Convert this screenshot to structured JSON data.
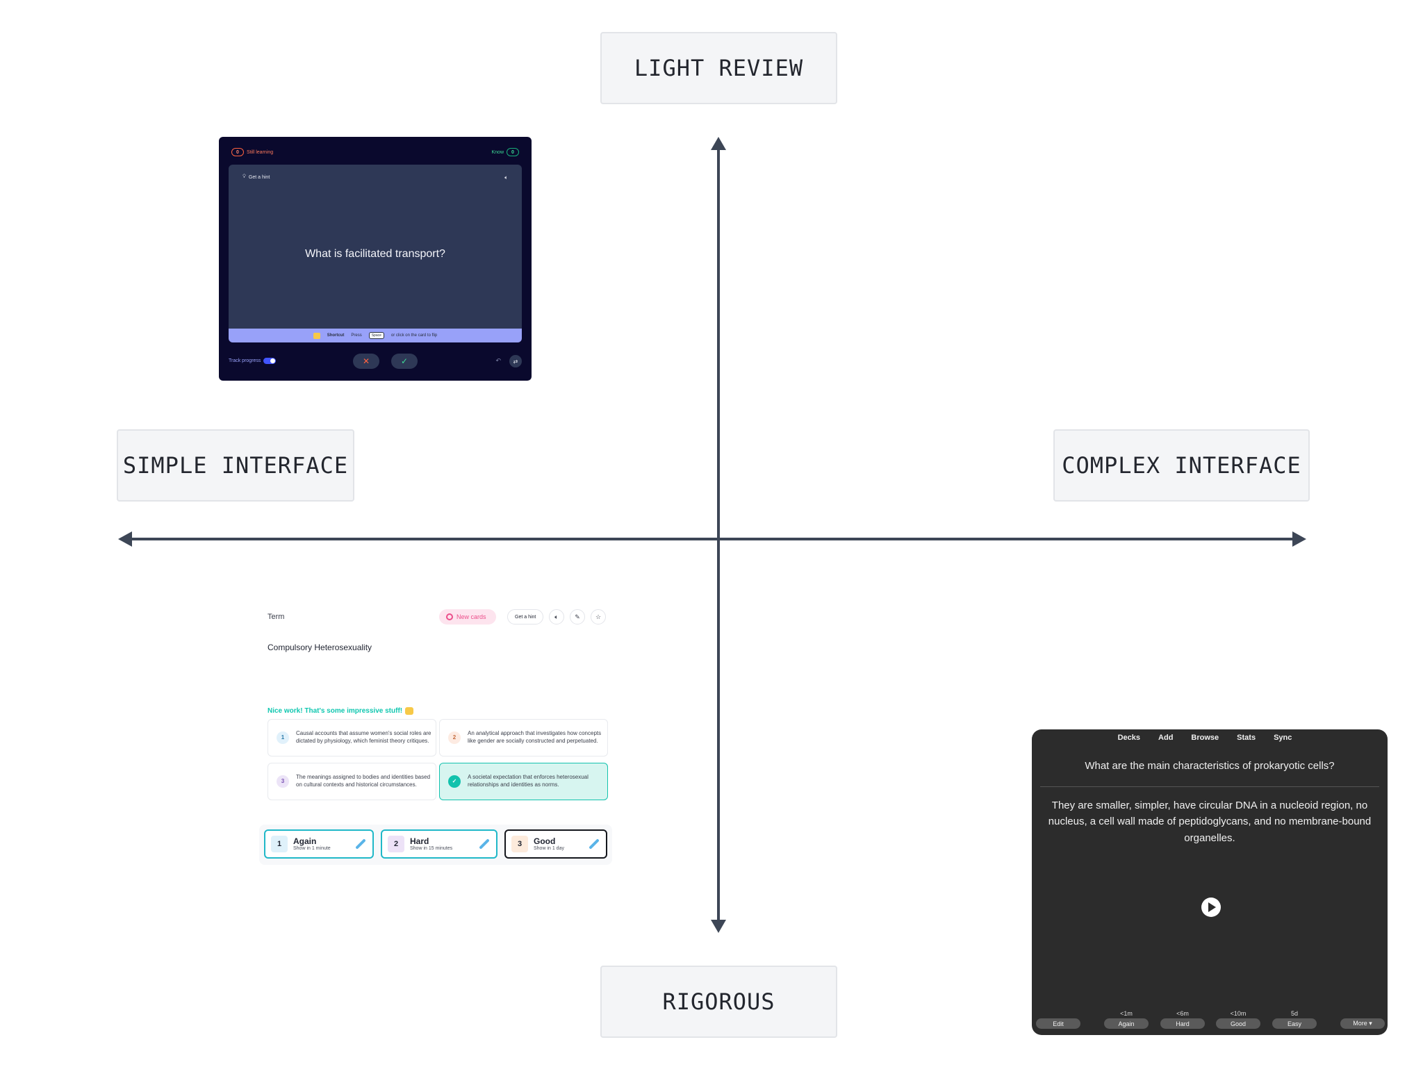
{
  "axes": {
    "top": "LIGHT REVIEW",
    "bottom": "RIGOROUS",
    "left": "SIMPLE INTERFACE",
    "right": "COMPLEX INTERFACE"
  },
  "colors": {
    "axis_line": "#3d4656",
    "label_bg": "#f4f5f7",
    "quizlet_bg": "#0a092d",
    "quizlet_card": "#2e3856",
    "quizlet_shortcut": "#98a1f9",
    "anki_bg": "#2c2c2c"
  },
  "quizlet_flashcard": {
    "still_count": "0",
    "still_label": "Still learning",
    "know_label": "Know",
    "know_count": "0",
    "hint": "Get a hint",
    "question": "What is facilitated transport?",
    "shortcut_label": "Shortcut",
    "shortcut_press": "Press",
    "shortcut_key": "Space",
    "shortcut_rest": "or click on the card to flip",
    "track_progress": "Track progress",
    "icons": [
      "lightbulb-icon",
      "speaker-icon",
      "close-icon",
      "check-icon",
      "undo-icon",
      "shuffle-icon"
    ]
  },
  "quizlet_learn": {
    "term_label": "Term",
    "status_pill": "New cards",
    "hint": "Get a hint",
    "prompt": "Compulsory Heterosexuality",
    "feedback": "Nice work! That's some impressive stuff!",
    "options": [
      {
        "num": "1",
        "text": "Causal accounts that assume women's social roles are dictated by physiology, which feminist theory critiques."
      },
      {
        "num": "2",
        "text": "An analytical approach that investigates how concepts like gender are socially constructed and perpetuated."
      },
      {
        "num": "3",
        "text": "The meanings assigned to bodies and identities based on cultural contexts and historical circumstances."
      },
      {
        "num": "✓",
        "text": "A societal expectation that enforces heterosexual relationships and identities as norms."
      }
    ],
    "ratings": [
      {
        "num": "1",
        "label": "Again",
        "sub": "Show in 1 minute"
      },
      {
        "num": "2",
        "label": "Hard",
        "sub": "Show in 15 minutes"
      },
      {
        "num": "3",
        "label": "Good",
        "sub": "Show in 1 day"
      }
    ]
  },
  "anki": {
    "menu": [
      "Decks",
      "Add",
      "Browse",
      "Stats",
      "Sync"
    ],
    "question": "What are the main characteristics of prokaryotic cells?",
    "answer": "They are smaller, simpler, have circular DNA in a nucleoid region, no nucleus, a cell wall made of peptidoglycans, and no membrane-bound organelles.",
    "intervals": [
      "<1m",
      "<6m",
      "<10m",
      "5d"
    ],
    "buttons": {
      "edit": "Edit",
      "again": "Again",
      "hard": "Hard",
      "good": "Good",
      "easy": "Easy",
      "more": "More ▾"
    }
  }
}
